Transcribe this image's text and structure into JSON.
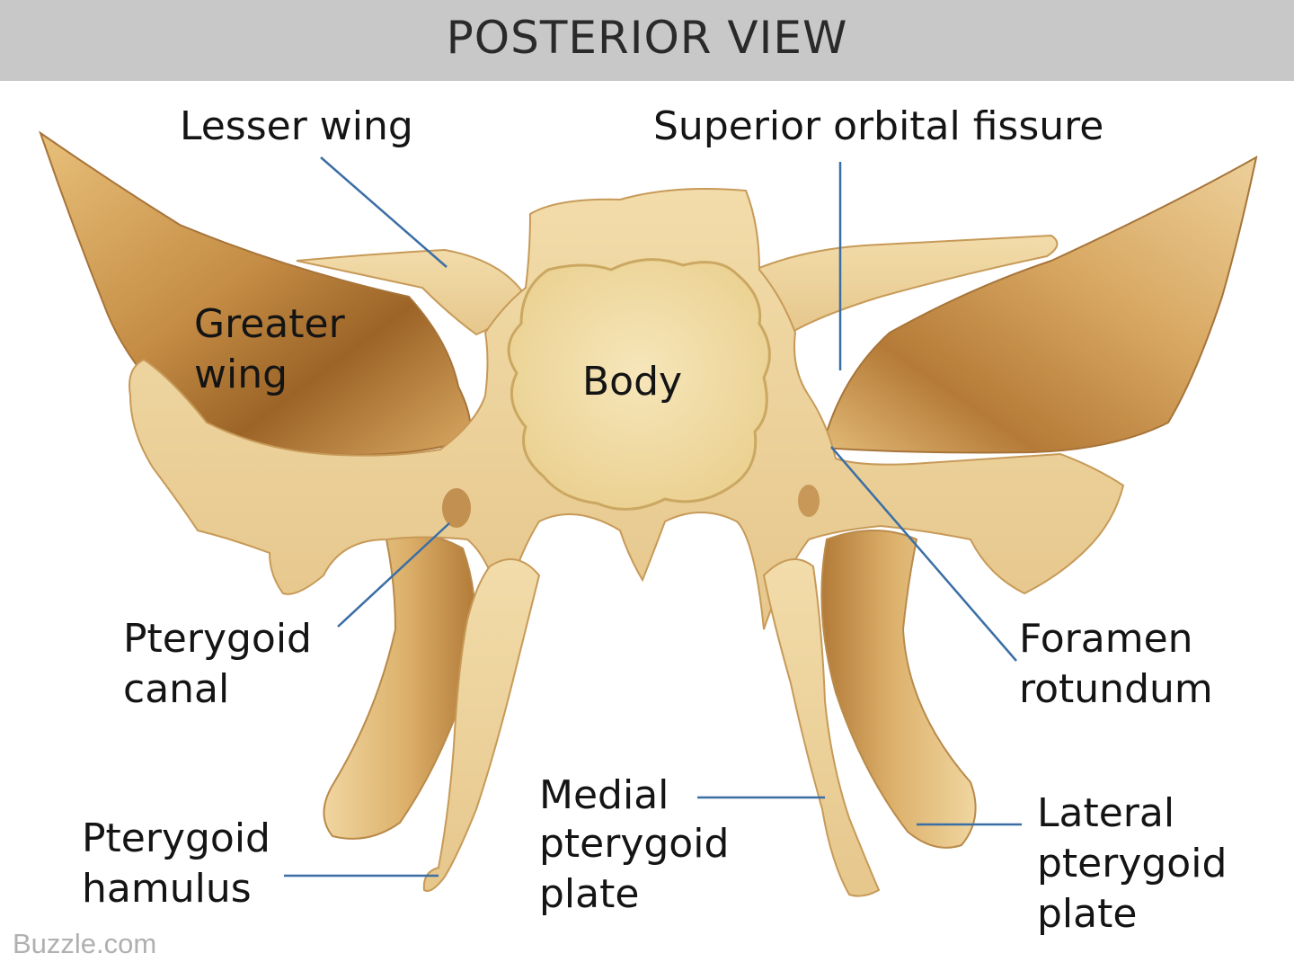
{
  "title": "POSTERIOR VIEW",
  "colors": {
    "title_bar": "#c8c8c8",
    "bone_light": "#f1dcaa",
    "bone_mid": "#e2bd78",
    "bone_dark": "#c08a44",
    "bone_shadow": "#9a6428",
    "leader_line": "#3b6ea5"
  },
  "labels": {
    "lesser_wing": "Lesser wing",
    "superior_orbital_fissure": "Superior orbital fissure",
    "greater_wing_1": "Greater",
    "greater_wing_2": "wing",
    "body": "Body",
    "pterygoid_canal_1": "Pterygoid",
    "pterygoid_canal_2": "canal",
    "foramen_rotundum_1": "Foramen",
    "foramen_rotundum_2": "rotundum",
    "medial_plate_1": "Medial",
    "medial_plate_2": "pterygoid",
    "medial_plate_3": "plate",
    "lateral_plate_1": "Lateral",
    "lateral_plate_2": "pterygoid",
    "lateral_plate_3": "plate",
    "hamulus_1": "Pterygoid",
    "hamulus_2": "hamulus"
  },
  "watermark": "Buzzle.com"
}
